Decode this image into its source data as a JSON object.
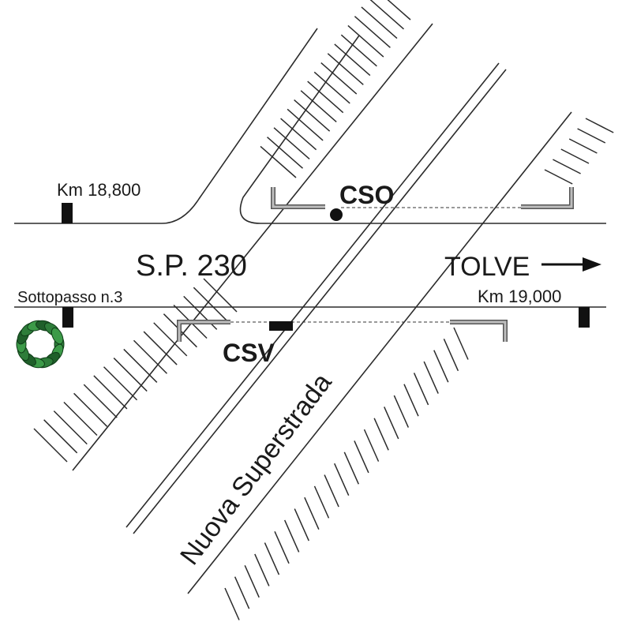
{
  "map": {
    "road_name": "S.P. 230",
    "new_road": "Nuova Superstrada",
    "direction_label": "TOLVE",
    "underpass_label": "Sottopasso n.3",
    "km_markers": [
      {
        "label": "Km 18,800"
      },
      {
        "label": "Km 19,000"
      }
    ],
    "stations": [
      {
        "label": "CSO"
      },
      {
        "label": "CSV"
      }
    ],
    "colors": {
      "lines": "#2b2b2b",
      "barrier": "#555555",
      "logo_green": "#2e7d3a"
    },
    "icons": [
      "arrow-right-icon",
      "leaf-wreath-logo-icon"
    ]
  }
}
